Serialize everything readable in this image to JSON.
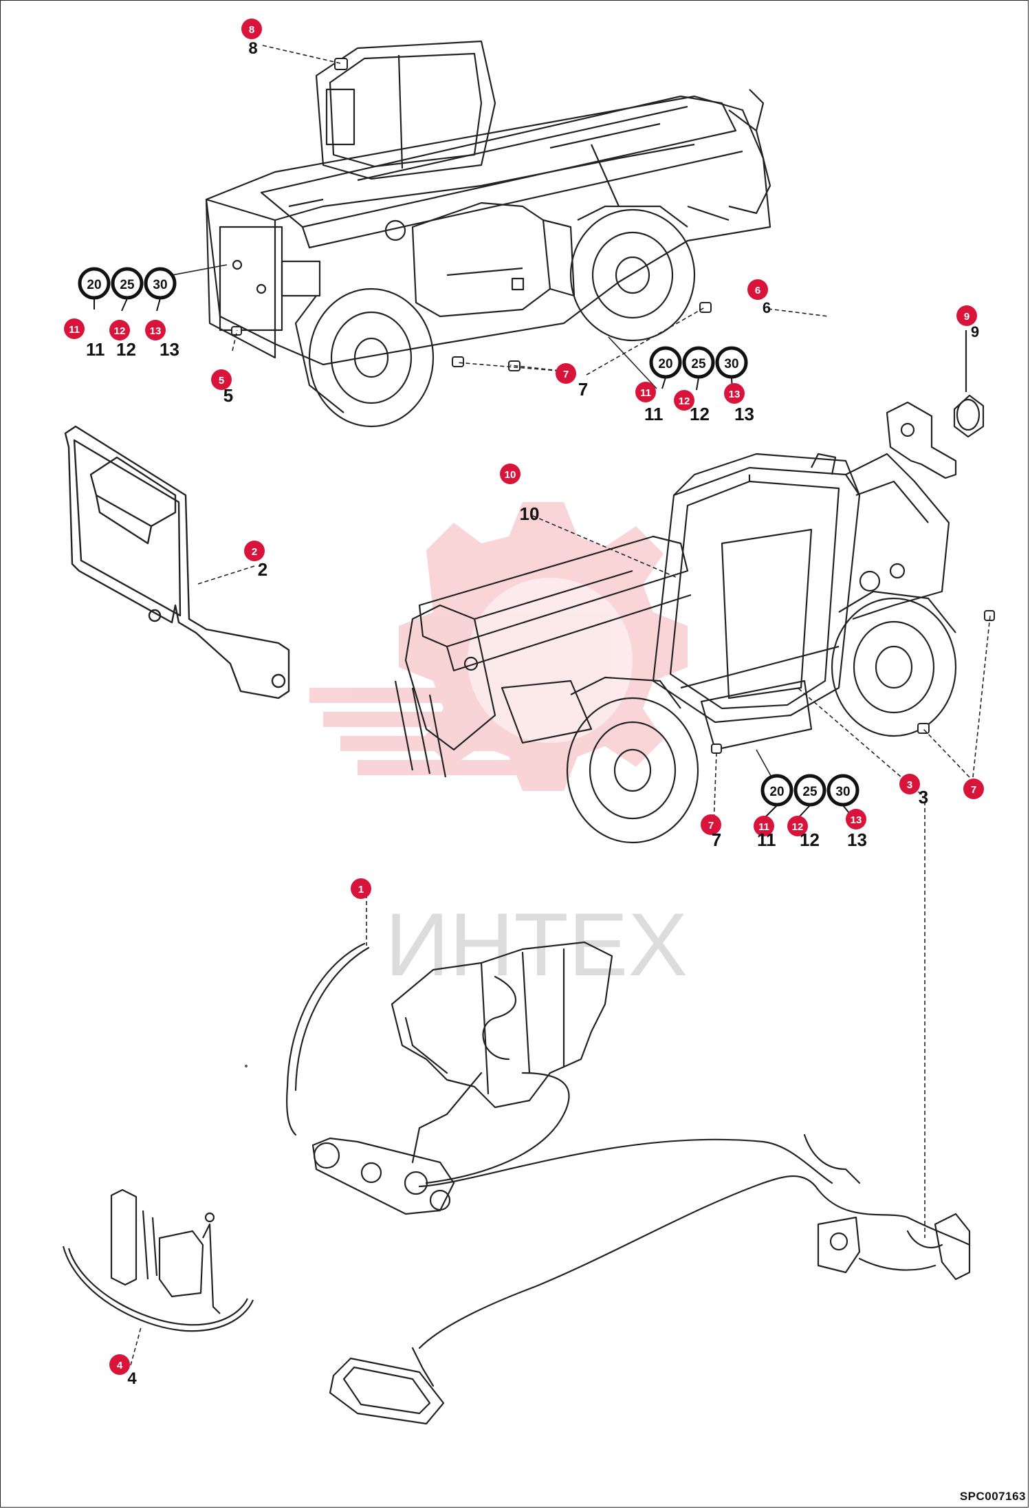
{
  "diagram": {
    "drawing_code": "SPC007163",
    "watermark_text": "ИНТЕХ",
    "badge_color": "#d9143a",
    "line_color": "#222222",
    "callouts": [
      {
        "id": "c8",
        "badge": "8",
        "label": "8"
      },
      {
        "id": "c6",
        "badge": "6",
        "label": "6"
      },
      {
        "id": "c9",
        "badge": "9",
        "label": "9"
      },
      {
        "id": "c5",
        "badge": "5",
        "label": "5"
      },
      {
        "id": "c7a",
        "badge": "7",
        "label": "7"
      },
      {
        "id": "c10",
        "badge": "10",
        "label": "10"
      },
      {
        "id": "c2",
        "badge": "2",
        "label": "2"
      },
      {
        "id": "c3",
        "badge": "3",
        "label": "3"
      },
      {
        "id": "c7b",
        "badge": "7",
        "label": ""
      },
      {
        "id": "c7c",
        "badge": "7",
        "label": "7"
      },
      {
        "id": "c1",
        "badge": "1",
        "label": ""
      },
      {
        "id": "c4",
        "badge": "4",
        "label": "4"
      }
    ],
    "ring_groups": [
      {
        "id": "g1",
        "rings": [
          "20",
          "25",
          "30"
        ],
        "badges": [
          "11",
          "12",
          "13"
        ],
        "labels": [
          "11",
          "12",
          "13"
        ]
      },
      {
        "id": "g2",
        "rings": [
          "20",
          "25",
          "30"
        ],
        "badges": [
          "11",
          "12",
          "13"
        ],
        "labels": [
          "11",
          "12",
          "13"
        ]
      },
      {
        "id": "g3",
        "rings": [
          "20",
          "25",
          "30"
        ],
        "badges": [
          "11",
          "12",
          "13"
        ],
        "labels": [
          "11",
          "12",
          "13"
        ]
      }
    ]
  }
}
